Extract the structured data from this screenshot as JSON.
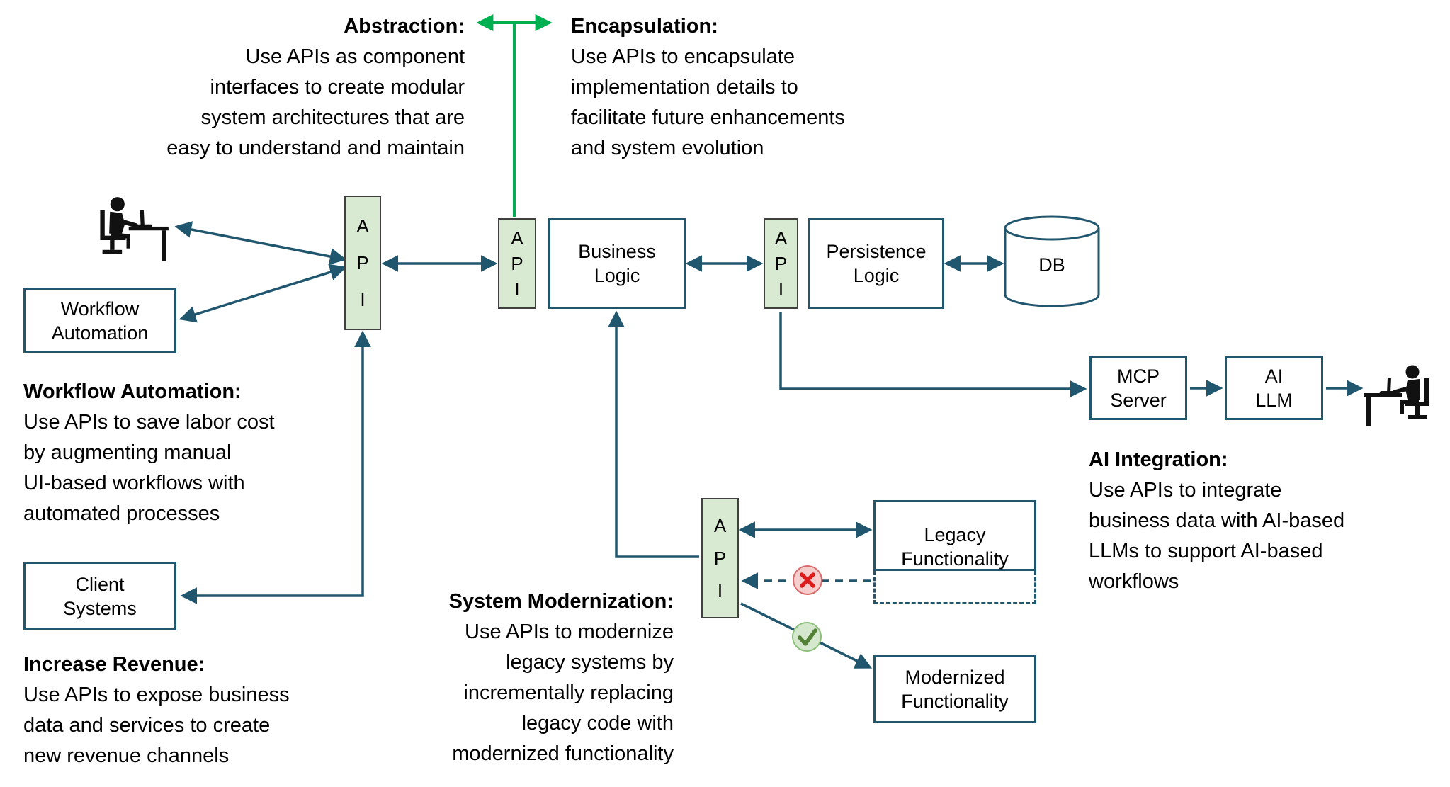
{
  "annotations": {
    "abstraction": {
      "heading": "Abstraction:",
      "body": "Use APIs as component\ninterfaces to create modular\nsystem architectures that are\neasy to understand and maintain"
    },
    "encapsulation": {
      "heading": "Encapsulation:",
      "body": "Use APIs to encapsulate\nimplementation details to\nfacilitate future enhancements\nand system evolution"
    },
    "workflow_automation": {
      "heading": "Workflow Automation:",
      "body": "Use APIs to save labor cost\nby augmenting manual\nUI-based workflows with\nautomated processes"
    },
    "increase_revenue": {
      "heading": "Increase Revenue:",
      "body": "Use APIs to expose business\ndata and services to create\nnew revenue channels"
    },
    "system_modernization": {
      "heading": "System Modernization:",
      "body": "Use APIs to modernize\nlegacy systems by\nincrementally replacing\nlegacy code with\nmodernized functionality"
    },
    "ai_integration": {
      "heading": "AI Integration:",
      "body": "Use APIs to integrate\nbusiness data with AI-based\nLLMs to support AI-based\nworkflows"
    }
  },
  "boxes": {
    "api": "A\nP\nI",
    "workflow_automation": "Workflow\nAutomation",
    "client_systems": "Client\nSystems",
    "business_logic": "Business\nLogic",
    "persistence_logic": "Persistence\nLogic",
    "db": "DB",
    "mcp_server": "MCP\nServer",
    "ai_llm": "AI\nLLM",
    "legacy_functionality": "Legacy\nFunctionality",
    "modernized_functionality": "Modernized\nFunctionality"
  },
  "icons": {
    "person_left": "person-at-desk",
    "person_right": "person-at-desk",
    "database": "db-cylinder",
    "rejected": "red-x",
    "approved": "green-check"
  },
  "colors": {
    "connector": "#20566E",
    "api_fill": "#D9EAD3",
    "api_border": "#404040",
    "accent_green": "#00B050",
    "x_red": "#DD1C1C",
    "check_green": "#538135",
    "text": "#000000",
    "background": "#FFFFFF"
  }
}
